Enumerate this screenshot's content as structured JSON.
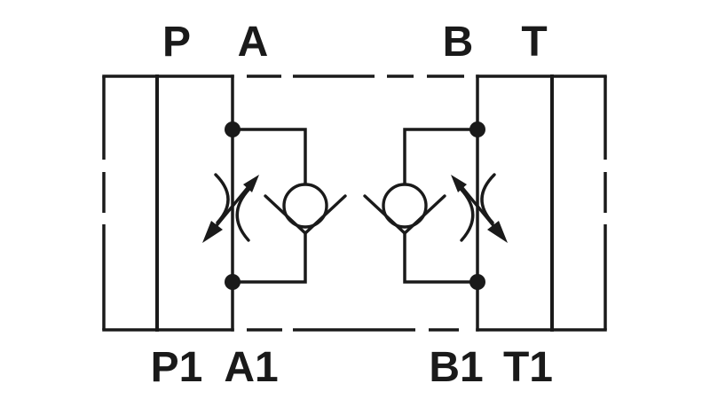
{
  "ports": {
    "top": [
      "P",
      "A",
      "B",
      "T"
    ],
    "bottom": [
      "P1",
      "A1",
      "B1",
      "T1"
    ]
  },
  "colors": {
    "line": "#1a1a1a",
    "background": "#ffffff"
  }
}
